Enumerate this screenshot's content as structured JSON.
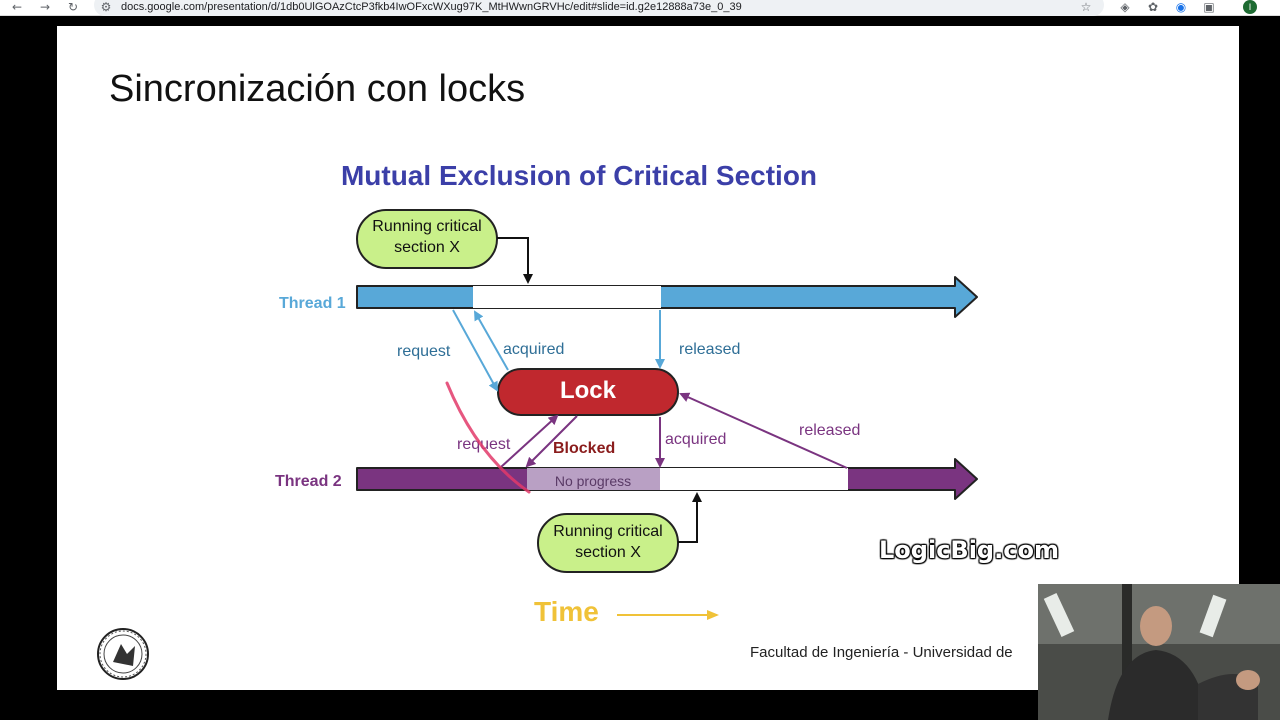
{
  "browser": {
    "url": "docs.google.com/presentation/d/1db0UlGOAzCtcP3fkb4IwOFxcWXug97K_MtHWwnGRVHc/edit#slide=id.g2e12888a73e_0_39",
    "profile_initial": "I"
  },
  "slide": {
    "title": "Sincronización con locks",
    "footer": "Facultad de Ingeniería - Universidad de"
  },
  "diagram": {
    "title": "Mutual Exclusion of Critical Section",
    "thread1_label": "Thread 1",
    "thread2_label": "Thread 2",
    "lock_label": "Lock",
    "critical1_line1": "Running critical",
    "critical1_line2": "section X",
    "critical2_line1": "Running critical",
    "critical2_line2": "section X",
    "t1_request": "request",
    "t1_acquired": "acquired",
    "t1_released": "released",
    "t2_request": "request",
    "t2_blocked": "Blocked",
    "t2_acquired": "acquired",
    "t2_released": "released",
    "no_progress": "No progress",
    "time_label": "Time",
    "watermark": "LogicBig.com",
    "colors": {
      "title": "#3b3fa8",
      "thread1": "#58a8d8",
      "thread2": "#7a3480",
      "lock": "#c0282e",
      "bubble": "#c9f08a",
      "time": "#f0c238"
    }
  }
}
